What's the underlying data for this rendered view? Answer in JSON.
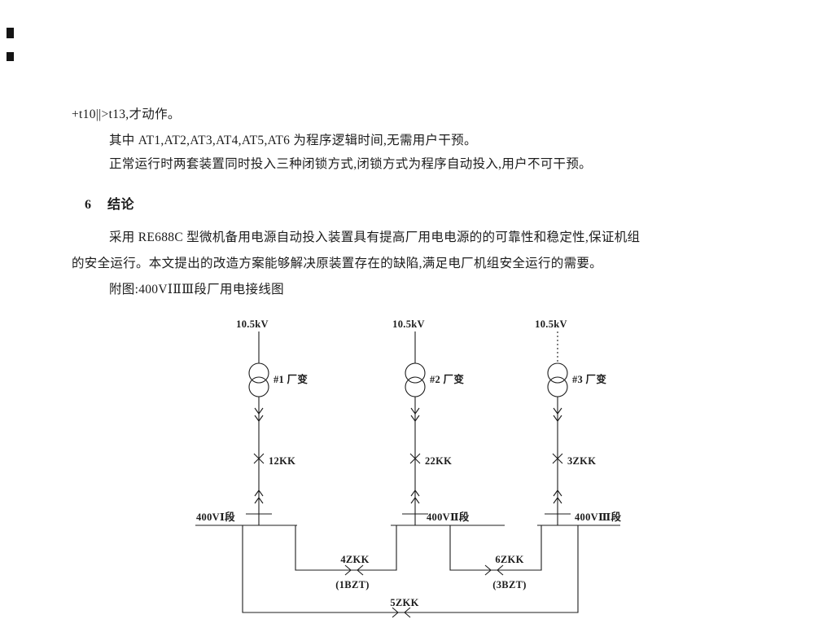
{
  "colors": {
    "ink": "#1c1c1c",
    "paper": "#ffffff"
  },
  "document": {
    "line1": "+t10||>t13,才动作。",
    "line2": "其中 AT1,AT2,AT3,AT4,AT5,AT6 为程序逻辑时间,无需用户干预。",
    "line3": "正常运行时两套装置同时投入三种闭锁方式,闭锁方式为程序自动投入,用户不可干预。",
    "section_no": "6",
    "section_title": "结论",
    "para_line1": "采用 RE688C 型微机备用电源自动投入装置具有提高厂用电电源的的可靠性和稳定性,保证机组",
    "para_line2": "的安全运行。本文提出的改造方案能够解决原装置存在的缺陷,满足电厂机组安全运行的需要。",
    "figure_caption": "附图:400VⅠⅡⅢ段厂用电接线图"
  },
  "diagram": {
    "feeders": [
      {
        "voltage": "10.5kV",
        "transformer": "#1 厂变",
        "breaker": "12KK",
        "bus": "400VⅠ段"
      },
      {
        "voltage": "10.5kV",
        "transformer": "#2 厂变",
        "breaker": "22KK",
        "bus": "400VⅡ段"
      },
      {
        "voltage": "10.5kV",
        "transformer": "#3 厂变",
        "breaker": "3ZKK",
        "bus": "400VⅢ段"
      }
    ],
    "ties": [
      {
        "label": "4ZKK",
        "sublabel": "(1BZT)"
      },
      {
        "label": "6ZKK",
        "sublabel": "(3BZT)"
      },
      {
        "label": "5ZKK",
        "sublabel": ""
      }
    ]
  }
}
